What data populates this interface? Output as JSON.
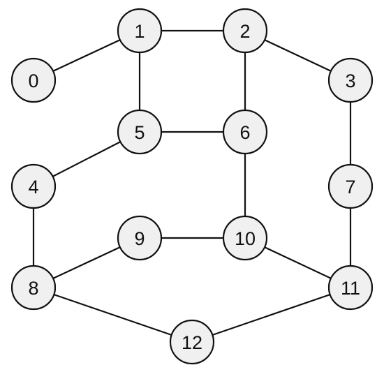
{
  "graph": {
    "nodes": [
      {
        "id": "0",
        "label": "0"
      },
      {
        "id": "1",
        "label": "1"
      },
      {
        "id": "2",
        "label": "2"
      },
      {
        "id": "3",
        "label": "3"
      },
      {
        "id": "4",
        "label": "4"
      },
      {
        "id": "5",
        "label": "5"
      },
      {
        "id": "6",
        "label": "6"
      },
      {
        "id": "7",
        "label": "7"
      },
      {
        "id": "8",
        "label": "8"
      },
      {
        "id": "9",
        "label": "9"
      },
      {
        "id": "10",
        "label": "10"
      },
      {
        "id": "11",
        "label": "11"
      },
      {
        "id": "12",
        "label": "12"
      }
    ],
    "edges": [
      [
        "0",
        "1"
      ],
      [
        "1",
        "2"
      ],
      [
        "1",
        "5"
      ],
      [
        "2",
        "3"
      ],
      [
        "2",
        "6"
      ],
      [
        "3",
        "7"
      ],
      [
        "5",
        "6"
      ],
      [
        "4",
        "5"
      ],
      [
        "6",
        "10"
      ],
      [
        "4",
        "8"
      ],
      [
        "7",
        "11"
      ],
      [
        "9",
        "10"
      ],
      [
        "8",
        "9"
      ],
      [
        "10",
        "11"
      ],
      [
        "8",
        "12"
      ],
      [
        "11",
        "12"
      ]
    ],
    "colors": {
      "node_fill": "#f0f0f0",
      "stroke": "#111111"
    }
  }
}
